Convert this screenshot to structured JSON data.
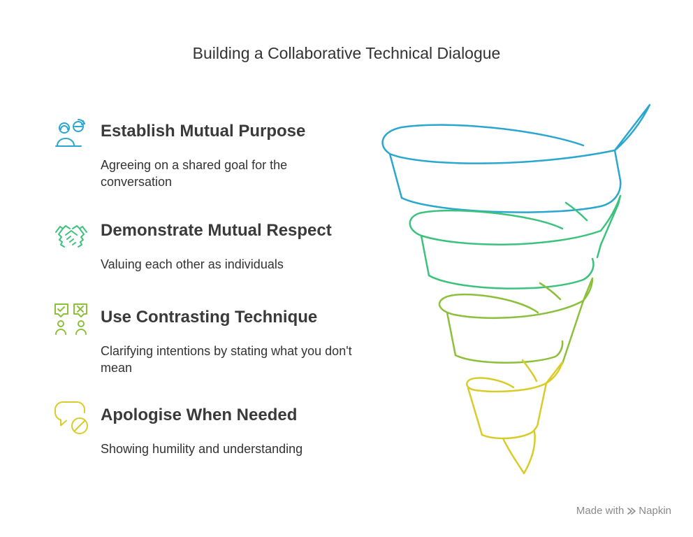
{
  "title": "Building a Collaborative Technical Dialogue",
  "items": [
    {
      "heading": "Establish Mutual Purpose",
      "description": "Agreeing on a shared goal for the conversation",
      "icon": "shared-goal-people-icon",
      "color": "#2aa6cf"
    },
    {
      "heading": "Demonstrate Mutual Respect",
      "description": "Valuing each other as individuals",
      "icon": "handshake-icon",
      "color": "#3cc27c"
    },
    {
      "heading": "Use Contrasting Technique",
      "description": "Clarifying intentions by stating what you don't mean",
      "icon": "contrast-feedback-icon",
      "color": "#8cbf3a"
    },
    {
      "heading": "Apologise When Needed",
      "description": "Showing humility and understanding",
      "icon": "apology-speech-icon",
      "color": "#d9cc2a"
    }
  ],
  "footer": {
    "made_with": "Made with",
    "brand": "Napkin"
  }
}
